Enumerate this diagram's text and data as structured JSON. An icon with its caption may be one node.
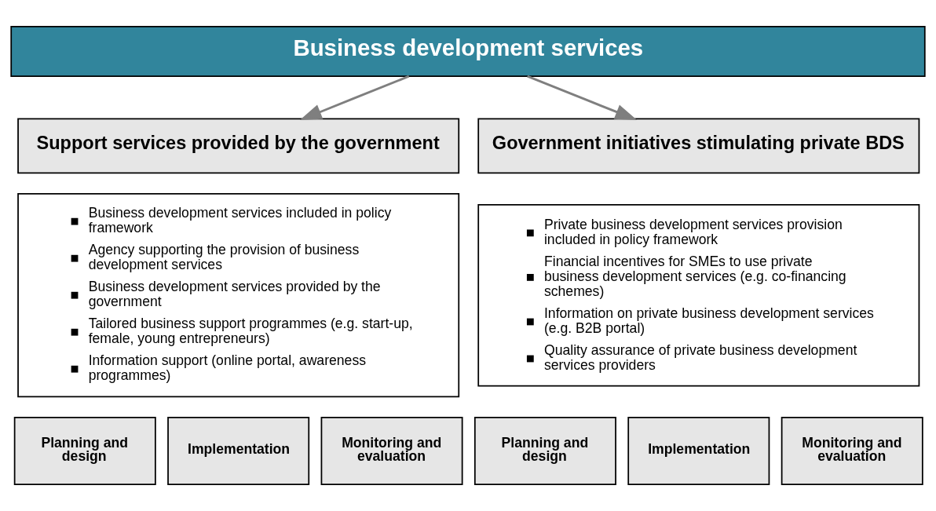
{
  "diagram": {
    "nodes": [
      {
        "text": [
          "Business development services"
        ]
      },
      {
        "text": [
          "Support services provided by the government"
        ]
      },
      {
        "text": [
          "Business development services included in policy framework",
          "Agency supporting the provision of business development services",
          "Business development services provided by the government",
          "Tailored business support programmes (e.g. start-up, female, young entrepreneurs)",
          "Information support (online portal, awareness programmes)"
        ]
      },
      {
        "text": [
          "Government initiatives stimulating private BDS"
        ]
      },
      {
        "text": [
          "Private business development services provision included in policy framework",
          "Financial incentives for SMEs to use private business development services (e.g. co-financing schemes)",
          "Information on private business development services (e.g. B2B portal)",
          "Quality assurance of private business development services providers"
        ]
      },
      {
        "text": [
          "Planning and design"
        ]
      },
      {
        "text": [
          "Implementation"
        ]
      },
      {
        "text": [
          "Monitoring and evaluation"
        ]
      },
      {
        "text": [
          "Planning and design"
        ]
      },
      {
        "text": [
          "Implementation"
        ]
      },
      {
        "text": [
          "Monitoring and evaluation"
        ]
      }
    ],
    "edges": [
      {
        "from": 0,
        "to": 1,
        "arrow": "to"
      },
      {
        "from": 0,
        "to": 3,
        "arrow": "to"
      }
    ]
  }
}
